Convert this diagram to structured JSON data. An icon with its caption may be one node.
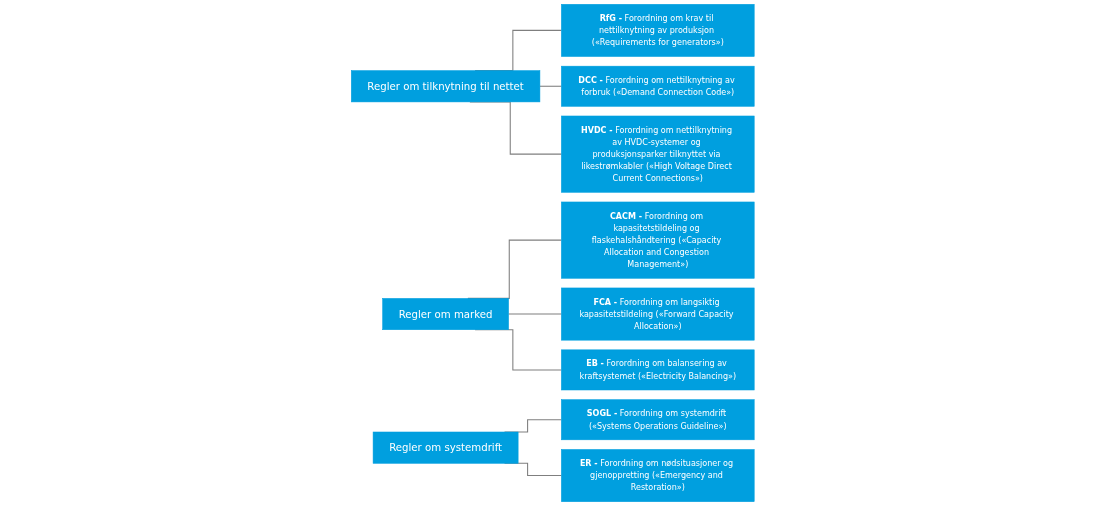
{
  "diagram": {
    "nodes": [
      {
        "text": [
          "Regler om tilknytning til nettet"
        ]
      },
      {
        "text": [
          "**RfG -** Forordning om krav til nettilknytning av produksjon («Requirements for generators»)"
        ]
      },
      {
        "text": [
          "**DCC -** Forordning om nettilknytning av forbruk («Demand Connection Code»)"
        ]
      },
      {
        "text": [
          "**HVDC -** Forordning om nettilknytning av HVDC-systemer og produksjonsparker tilknyttet via likestrømkabler («High Voltage Direct Current Connections»)"
        ]
      },
      {
        "text": [
          "Regler om marked"
        ]
      },
      {
        "text": [
          "**CACM -** Forordning om kapasitetstildeling og flaskehalshåndtering («Capacity Allocation and Congestion Management»)"
        ]
      },
      {
        "text": [
          "**FCA -** Forordning om langsiktig kapasitetstildeling («Forward Capacity Allocation»)"
        ]
      },
      {
        "text": [
          "**EB -** Forordning om balansering av kraftsystemet («Electricity Balancing»)"
        ]
      },
      {
        "text": [
          "Regler om systemdrift"
        ]
      },
      {
        "text": [
          "**SOGL -** Forordning om systemdrift («Systems Operations Guideline»)"
        ]
      },
      {
        "text": [
          "**ER -** Forordning om nødsituasjoner og gjenoppretting («Emergency and Restoration»)"
        ]
      }
    ],
    "edges": [
      {
        "from": 0,
        "to": 1,
        "arrow": "none"
      },
      {
        "from": 0,
        "to": 2,
        "arrow": "none"
      },
      {
        "from": 0,
        "to": 3,
        "arrow": "none"
      },
      {
        "from": 4,
        "to": 5,
        "arrow": "none"
      },
      {
        "from": 4,
        "to": 6,
        "arrow": "none"
      },
      {
        "from": 4,
        "to": 7,
        "arrow": "none"
      },
      {
        "from": 8,
        "to": 9,
        "arrow": "none"
      },
      {
        "from": 8,
        "to": 10,
        "arrow": "none"
      }
    ]
  }
}
